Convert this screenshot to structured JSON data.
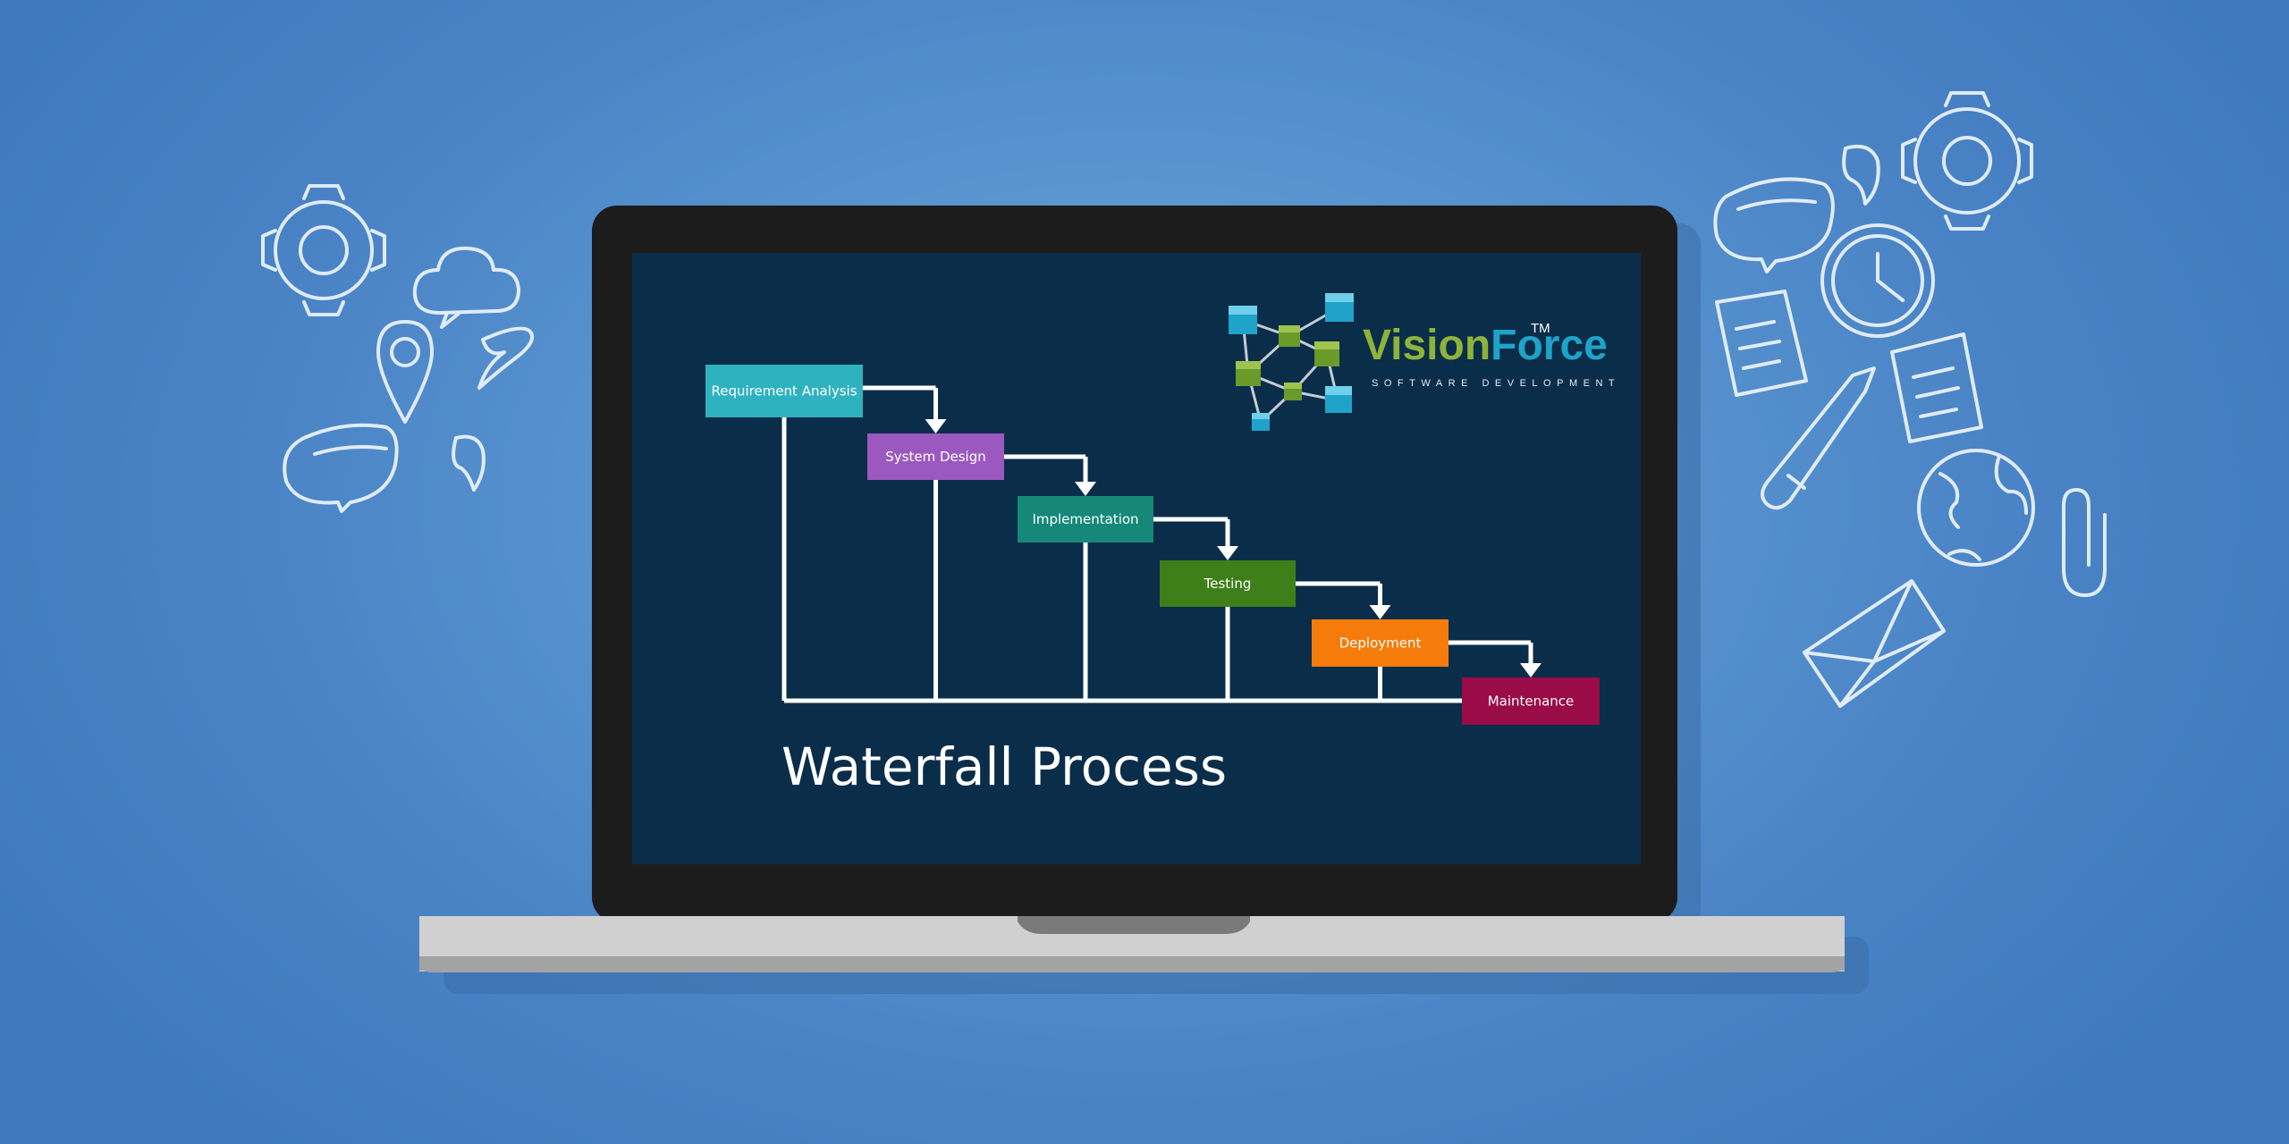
{
  "diagram": {
    "title": "Waterfall Process",
    "stages": [
      {
        "label": "Requirement Analysis",
        "color": "#2eb2bf"
      },
      {
        "label": "System Design",
        "color": "#9b59c0"
      },
      {
        "label": "Implementation",
        "color": "#15887a"
      },
      {
        "label": "Testing",
        "color": "#3f7f1a"
      },
      {
        "label": "Deployment",
        "color": "#f57c0b"
      },
      {
        "label": "Maintenance",
        "color": "#9a0c47"
      }
    ]
  },
  "logo": {
    "name_part1": "Vision",
    "name_part2": "Force",
    "trademark": "TM",
    "tagline": "SOFTWARE DEVELOPMENT",
    "color_part1": "#8db33a",
    "color_part2": "#1fa3c9"
  },
  "icons": [
    "gear-icon",
    "cloud-icon",
    "location-pin-icon",
    "speech-bubble-icon",
    "quote-mark-icon",
    "clock-icon",
    "document-icon",
    "pencil-icon",
    "globe-icon",
    "paperclip-icon",
    "envelope-icon"
  ],
  "colors": {
    "screen": "#0a2d4a",
    "bezel": "#1c1c1c",
    "laptop_base": "#d0d0d0",
    "connector": "#ffffff"
  }
}
